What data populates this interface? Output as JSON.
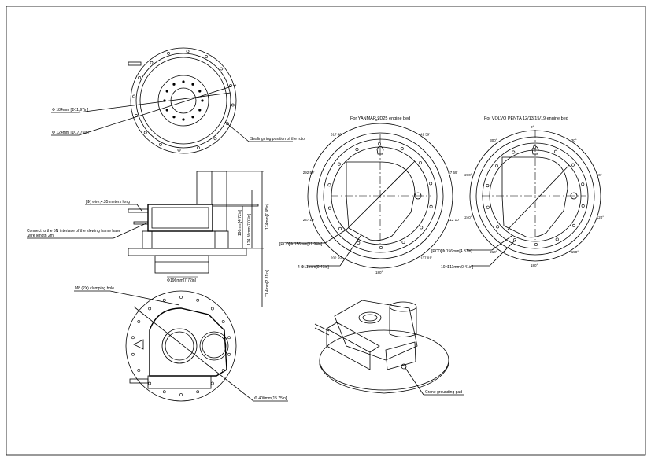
{
  "drawing": {
    "title": "Rotary actuator mounting drawing",
    "top_view": {
      "dim_inner_bolt_circle": "Φ 184mm [Φ11,97in]",
      "dim_outer_bolt_circle": "Φ 124mm [Φ17,75in]",
      "seal_note": "Sealing ring position of the rotor"
    },
    "side_view": {
      "cable_note": "[Φ] wire,4.35 meters long",
      "connect_note_line1": "Connect to the 5N interface of the slewing frame base",
      "connect_note_line2": ",wire length 2m",
      "dim_bottom_diameter": "Φ196mm[7.72in]",
      "dim_height_1": "196mm[4.72in]",
      "dim_height_2": "174.86mm[7.03in]",
      "dim_height_3": "174mm[7.45in]",
      "dim_bottom_offset": "71.4mm[2.81in]"
    },
    "bottom_view": {
      "clamping_note": "M8 (2X) clamping hole",
      "dim_outer_diameter": "Φ 400mm[15.75in]"
    },
    "yanmar_view": {
      "title": "For YANMAR 9D25 engine bed",
      "angles": [
        "0°",
        "42 59'",
        "67 69'",
        "112 10'",
        "137 01'",
        "180°",
        "202 59'",
        "247 10'",
        "292 59'",
        "317 40'"
      ],
      "dim_pcd": "[PCD]Φ 156mm[11.94in]",
      "dim_holes": "4-Φ11 mm[0.41in]"
    },
    "volvo_view": {
      "title": "For VOLVO PENTA 12/13/15/19 engine bed",
      "angles": [
        "0°",
        "30°",
        "60°",
        "120°",
        "150°",
        "180°",
        "210°",
        "240°",
        "270°",
        "300°"
      ],
      "dim_pcd": "[PCD]Φ 156mm[4.37in]",
      "dim_holes": "10-Φ11mm[0.41in]"
    },
    "iso_view": {
      "grounding_note": "Crane grounding pad"
    }
  }
}
